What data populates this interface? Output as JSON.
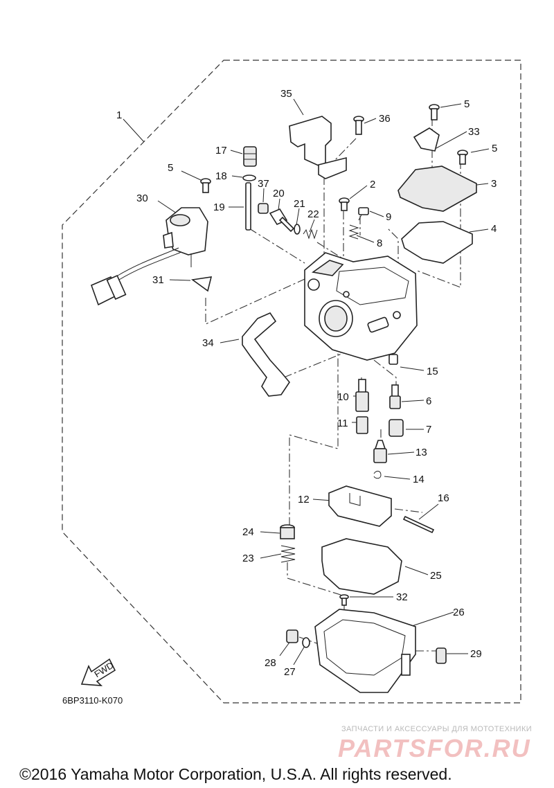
{
  "diagram": {
    "callouts": [
      {
        "id": "c1",
        "label": "1"
      },
      {
        "id": "c2",
        "label": "2"
      },
      {
        "id": "c3",
        "label": "3"
      },
      {
        "id": "c4",
        "label": "4"
      },
      {
        "id": "c5a",
        "label": "5"
      },
      {
        "id": "c5b",
        "label": "5"
      },
      {
        "id": "c5c",
        "label": "5"
      },
      {
        "id": "c6",
        "label": "6"
      },
      {
        "id": "c7",
        "label": "7"
      },
      {
        "id": "c8",
        "label": "8"
      },
      {
        "id": "c9",
        "label": "9"
      },
      {
        "id": "c10",
        "label": "10"
      },
      {
        "id": "c11",
        "label": "11"
      },
      {
        "id": "c12",
        "label": "12"
      },
      {
        "id": "c13",
        "label": "13"
      },
      {
        "id": "c14",
        "label": "14"
      },
      {
        "id": "c15",
        "label": "15"
      },
      {
        "id": "c16",
        "label": "16"
      },
      {
        "id": "c17",
        "label": "17"
      },
      {
        "id": "c18",
        "label": "18"
      },
      {
        "id": "c19",
        "label": "19"
      },
      {
        "id": "c20",
        "label": "20"
      },
      {
        "id": "c21",
        "label": "21"
      },
      {
        "id": "c22",
        "label": "22"
      },
      {
        "id": "c23",
        "label": "23"
      },
      {
        "id": "c24",
        "label": "24"
      },
      {
        "id": "c25",
        "label": "25"
      },
      {
        "id": "c26",
        "label": "26"
      },
      {
        "id": "c27",
        "label": "27"
      },
      {
        "id": "c28",
        "label": "28"
      },
      {
        "id": "c29",
        "label": "29"
      },
      {
        "id": "c30",
        "label": "30"
      },
      {
        "id": "c31",
        "label": "31"
      },
      {
        "id": "c32",
        "label": "32"
      },
      {
        "id": "c33",
        "label": "33"
      },
      {
        "id": "c34",
        "label": "34"
      },
      {
        "id": "c35",
        "label": "35"
      },
      {
        "id": "c36",
        "label": "36"
      },
      {
        "id": "c37",
        "label": "37"
      }
    ],
    "fwd_label": "FWD",
    "diagram_code": "6BP3110-K070"
  },
  "watermark": {
    "tagline": "ЗАПЧАСТИ И АКСЕССУАРЫ ДЛЯ МОТОТЕХНИКИ",
    "brand": "PARTSFOR.RU"
  },
  "copyright": "©2016 Yamaha Motor Corporation, U.S.A. All rights reserved."
}
